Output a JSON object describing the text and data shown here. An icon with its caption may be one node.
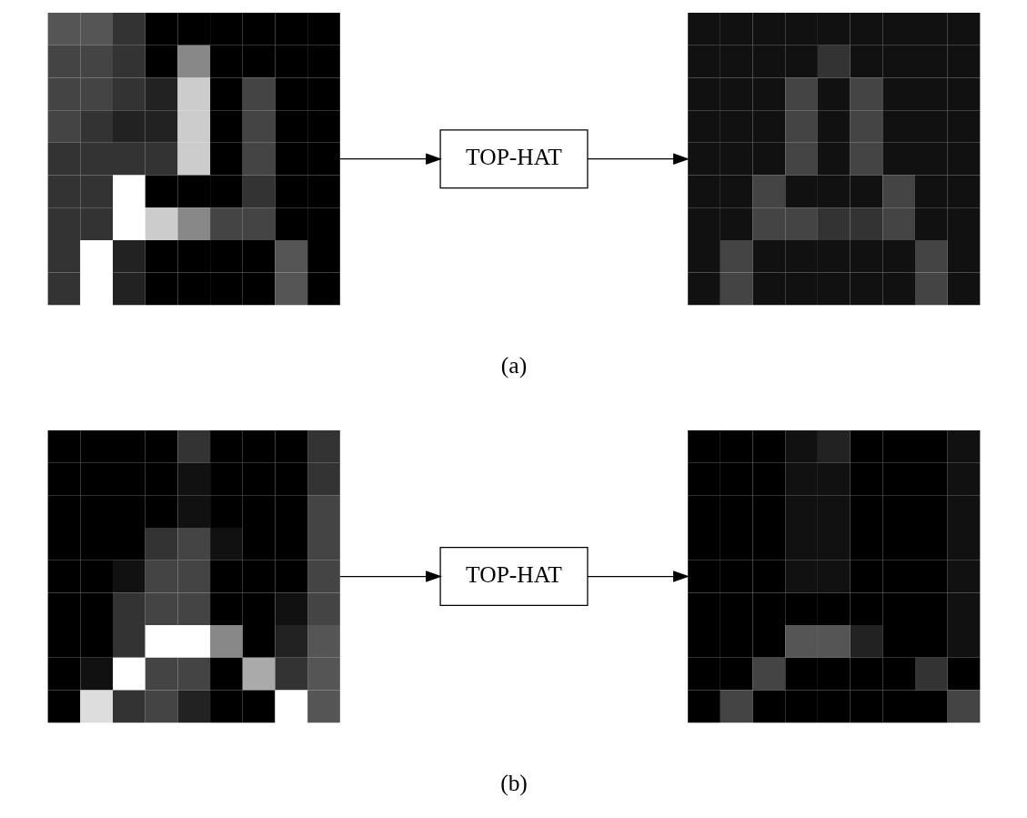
{
  "diagram": {
    "nodes": [
      {
        "text": [],
        "shape": "picture"
      },
      {
        "text": [
          "TOP-HAT"
        ]
      },
      {
        "text": [],
        "shape": "picture"
      },
      {
        "text": [],
        "shape": "picture"
      },
      {
        "text": [
          "TOP-HAT"
        ]
      },
      {
        "text": [],
        "shape": "picture"
      }
    ],
    "edges": [
      {
        "from": 0,
        "to": 1,
        "arrow": "to"
      },
      {
        "from": 1,
        "to": 2,
        "arrow": "to"
      },
      {
        "from": 3,
        "to": 4,
        "arrow": "to"
      },
      {
        "from": 4,
        "to": 5,
        "arrow": "to"
      }
    ],
    "labels": [
      "(a)",
      "(b)"
    ]
  }
}
